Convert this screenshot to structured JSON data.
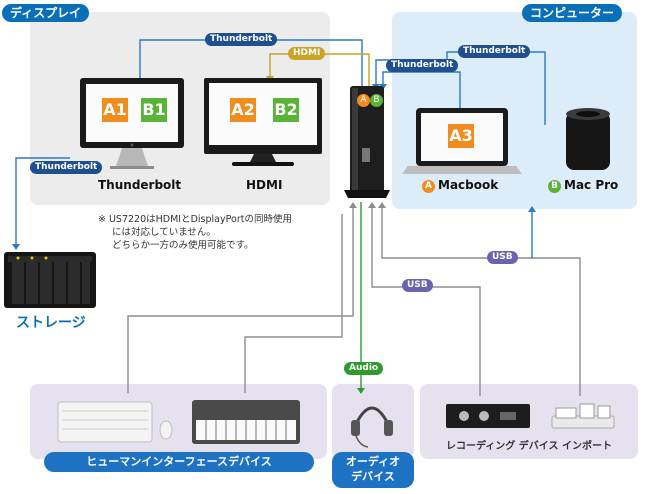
{
  "groups": {
    "display": "ディスプレイ",
    "computer": "コンピューター",
    "hid": "ヒューマンインターフェースデバイス",
    "audio_line1": "オーディオ",
    "audio_line2": "デバイス",
    "recording": "レコーディング デバイス インポート"
  },
  "devices": {
    "monitor1_label": "Thunderbolt",
    "monitor2_label": "HDMI",
    "macbook_label": "Macbook",
    "macpro_label": "Mac Pro",
    "storage_label": "ストレージ"
  },
  "screens": {
    "m1_left": "A1",
    "m1_right": "B1",
    "m2_left": "A2",
    "m2_right": "B2",
    "macbook": "A3"
  },
  "markers": {
    "a": "A",
    "b": "B"
  },
  "connections": {
    "thunderbolt": "Thunderbolt",
    "hdmi": "HDMI",
    "usb": "USB",
    "audio": "Audio"
  },
  "note": {
    "line1": "※ US7220はHDMIとDisplayPortの同時使用",
    "line2": "には対応していません。",
    "line3": "どちらか一方のみ使用可能です。"
  },
  "colors": {
    "thunderbolt": "#1f4f8f",
    "hdmi": "#c9a227",
    "usb": "#6a63b0",
    "audio": "#2e9a2e",
    "accent_blue": "#0a6fb9",
    "tile_a": "#f08d1e",
    "tile_b": "#58b336"
  }
}
